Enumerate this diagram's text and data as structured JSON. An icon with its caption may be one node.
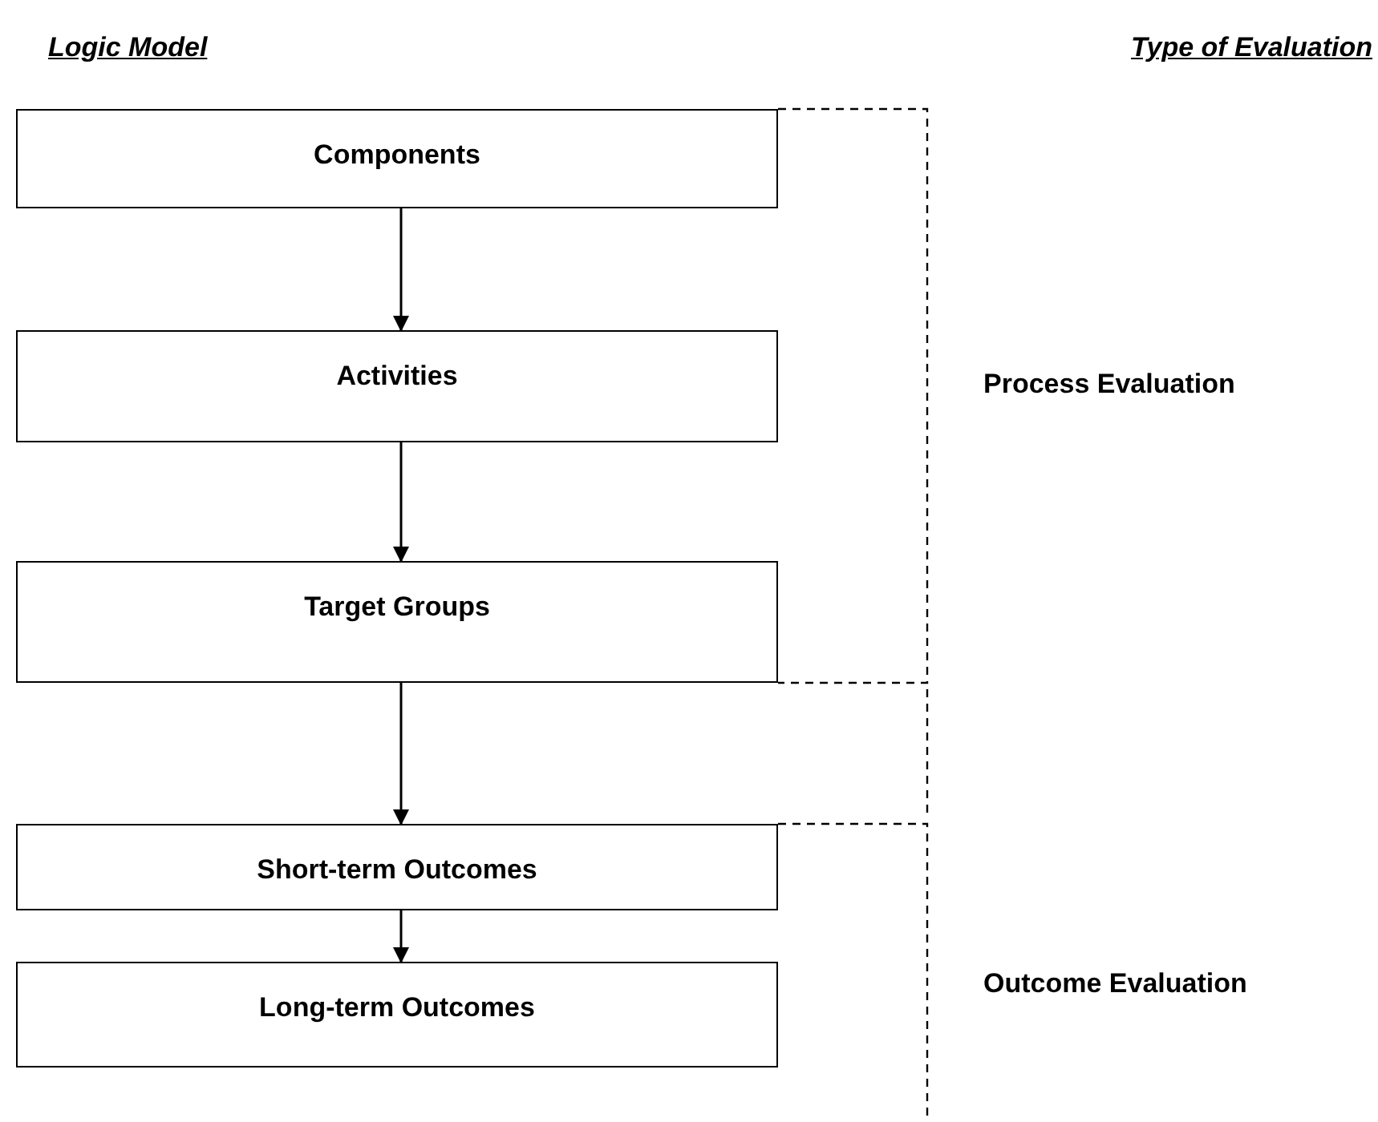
{
  "diagram": {
    "nodes": [
      {
        "text": [
          "Components"
        ]
      },
      {
        "text": [
          "Activities"
        ]
      },
      {
        "text": [
          "Target Groups"
        ]
      },
      {
        "text": [
          "Short-term Outcomes"
        ]
      },
      {
        "text": [
          "Long-term Outcomes"
        ]
      }
    ],
    "edges": [
      {
        "from": 0,
        "to": 1,
        "arrow": "to"
      },
      {
        "from": 1,
        "to": 2,
        "arrow": "to"
      },
      {
        "from": 2,
        "to": 3,
        "arrow": "to"
      },
      {
        "from": 3,
        "to": 4,
        "arrow": "to"
      }
    ],
    "labels": [
      "Logic Model",
      "Type of Evaluation",
      "Process Evaluation",
      "Outcome Evaluation"
    ]
  }
}
